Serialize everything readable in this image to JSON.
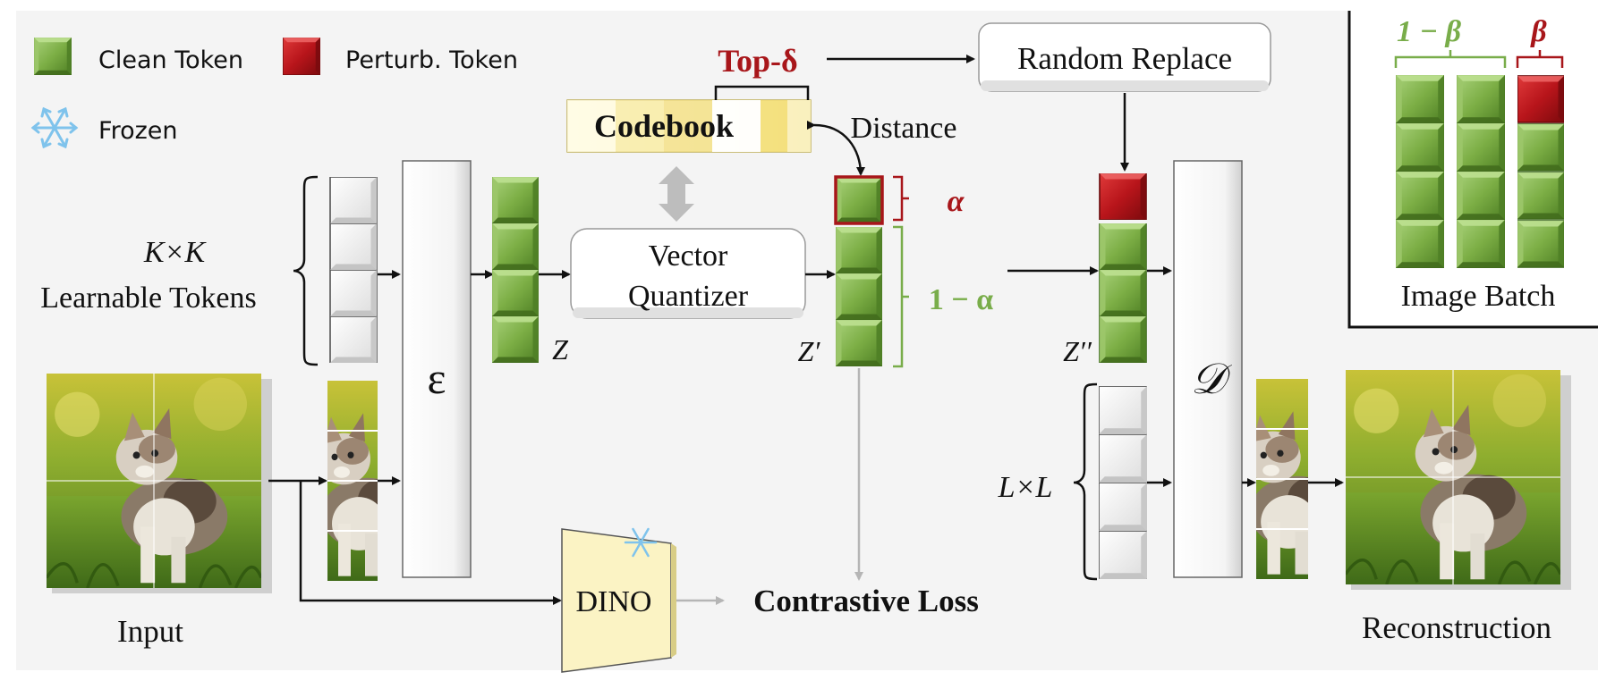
{
  "legend": {
    "clean_label": "Clean Token",
    "perturb_label": "Perturb. Token",
    "frozen_label": "Frozen"
  },
  "codebook": {
    "label": "Codebook",
    "top_delta": "Top-δ",
    "distance": "Distance"
  },
  "random_replace": "Random Replace",
  "learnable_tokens": {
    "line1": "K×K",
    "line2": "Learnable Tokens"
  },
  "encoder_symbol": "ε",
  "decoder_symbol": "𝒟",
  "vector_quantizer": {
    "line1": "Vector",
    "line2": "Quantizer"
  },
  "latents": {
    "z": "Z",
    "z_prime": "Z′",
    "z_double_prime": "Z′′"
  },
  "alpha": "α",
  "one_minus_alpha": "1 − α",
  "batch": {
    "one_minus_beta": "1 − β",
    "beta": "β",
    "label": "Image Batch"
  },
  "dino": "DINO",
  "contrastive_loss": "Contrastive Loss",
  "input_label": "Input",
  "lxl": "L×L",
  "reconstruction_label": "Reconstruction",
  "colors": {
    "green": "#7cae45",
    "red": "#b8151b",
    "alpha_red": "#a8161a",
    "label_green": "#79ad4a",
    "yellow": "#fbf3c4",
    "frozen_blue": "#7fc3ec"
  }
}
